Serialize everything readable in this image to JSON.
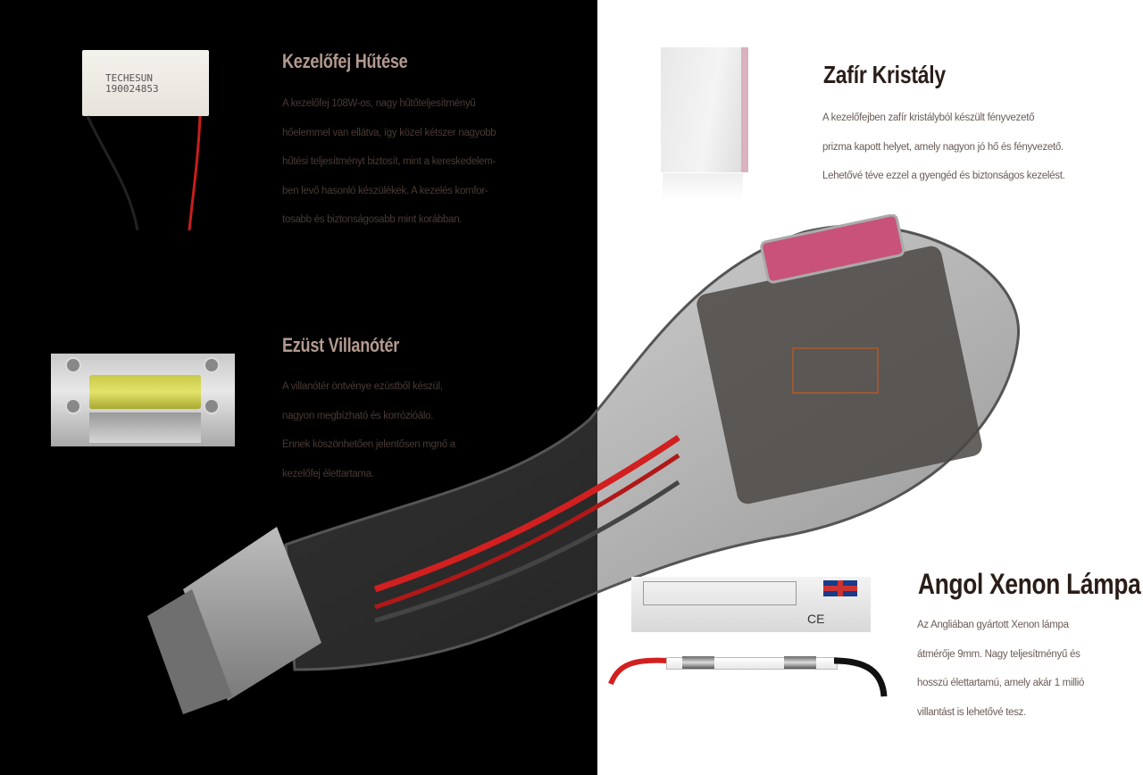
{
  "sections": {
    "cooling": {
      "title": "Kezelőfej Hűtése",
      "lines": [
        "A kezelőfej 108W-os, nagy hűtőteljesítményű",
        "hőelemmel van ellátva, így közel kétszer nagyobb",
        "hűtési teljesítményt biztosít, mint a kereskedelem-",
        "ben levő hasonló készülékek. A kezelés komfor-",
        "tosabb és biztonságosabb mint korábban."
      ],
      "image": {
        "icon": "peltier-element-image",
        "label_lines": [
          "TECHESUN",
          "190024853"
        ]
      }
    },
    "chamber": {
      "title": "Ezüst Villanótér",
      "lines": [
        "A villanótér öntvénye ezüstből készül,",
        "nagyon megbízható és korrózióálo.",
        "Ennek köszönhetően jelentősen mgnő a",
        "kezelőfej élettartama."
      ],
      "image": {
        "icon": "silver-flash-chamber-image"
      }
    },
    "crystal": {
      "title": "Zafír Kristály",
      "lines": [
        "A kezelőfejben zafír kristályból készült fényvezető",
        "prizma kapott helyet, amely nagyon jó hő és fényvezető.",
        "Lehetővé téve ezzel a gyengéd és biztonságos kezelést."
      ],
      "image": {
        "icon": "sapphire-crystal-image"
      }
    },
    "lamp": {
      "title": "Angol Xenon Lámpa",
      "lines": [
        "Az Angliában gyártott Xenon lámpa",
        "átmérője 9mm. Nagy teljesítményű és",
        "hosszú élettartamú, amely akár 1 millió",
        "villantást is lehetővé tesz."
      ],
      "image": {
        "icon": "xenon-lamp-image",
        "box_mark": "CE"
      }
    }
  },
  "colors": {
    "left_bg": "#000000",
    "right_bg": "#ffffff",
    "title_on_dark": "#b39a8f",
    "title_on_light": "#2a1d18",
    "crystal_pink": "#d9b2bd",
    "wire_red": "#d21f1f"
  }
}
